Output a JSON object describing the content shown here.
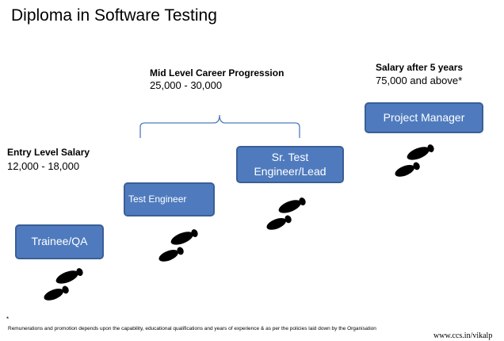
{
  "title": "Diploma in Software Testing",
  "mid_level": {
    "label": "Mid Level Career Progression",
    "range": "25,000 - 30,000"
  },
  "salary_5yr": {
    "label": "Salary after 5 years",
    "range": "75,000 and above*"
  },
  "entry_level": {
    "label": "Entry Level Salary",
    "range": "12,000 - 18,000"
  },
  "roles": {
    "trainee": "Trainee/QA",
    "test_engineer": "Test Engineer",
    "sr_test_line1": "Sr. Test",
    "sr_test_line2": "Engineer/Lead",
    "project_manager": "Project Manager"
  },
  "footnote": "Remunerations and promotion depends upon the capability, educational qualifications and years of experience & as per the policies laid down by the Organisation",
  "footnote_marker": "*",
  "website": "www.ccs.in/vikalp",
  "colors": {
    "box_fill": "#4f7bbe",
    "box_border": "#3a5f96",
    "brace": "#4f7bbe",
    "footprint": "#000000"
  },
  "icons": [
    "footprints-icon",
    "curly-brace"
  ]
}
